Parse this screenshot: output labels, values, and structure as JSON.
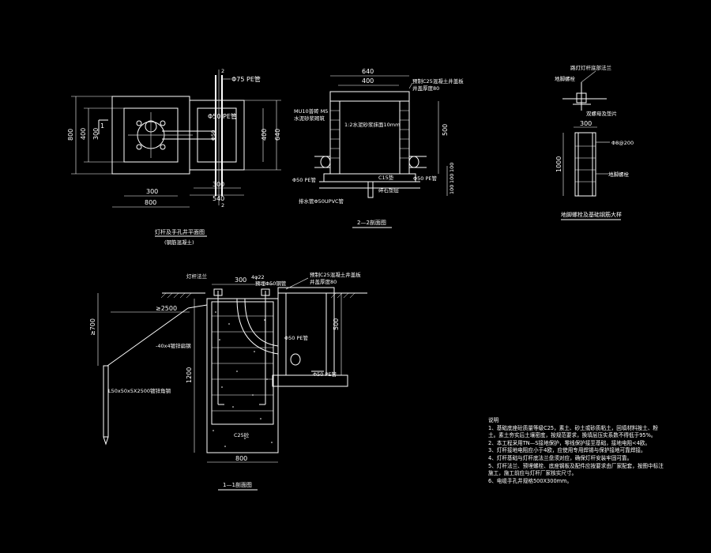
{
  "plan": {
    "pipe_top": "Φ75 PE管",
    "pipe_mid": "Φ50 PE管",
    "pipe_vert": "Φ50",
    "dim_800_left": "800",
    "dim_400_left": "400",
    "dim_300_left": "300",
    "section_mark": "1",
    "dim_400_right": "400",
    "dim_640_right": "640",
    "dim_300_a": "300",
    "dim_300_b": "300",
    "dim_540": "540",
    "dim_800_bottom": "800",
    "cut_label": "2",
    "title": "灯杆及手孔井平面图",
    "subtitle": "(钢筋混凝土)"
  },
  "section22": {
    "dim_640": "640",
    "dim_400": "400",
    "cover_note_1": "预制C25混凝土井盖板",
    "cover_note_2": "井盖厚度80",
    "wall_note_1": "MU10普砖 M5",
    "wall_note_2": "水泥砂浆砌筑",
    "plaster_note": "1:2水泥砂浆抹面10mm",
    "dim_500": "500",
    "pipe_left": "Φ50 PE管",
    "pipe_right": "Φ50 PE管",
    "base_note": "C15垫",
    "bottom_note": "碎石垫层",
    "drain_note": "排水管Φ50UPVC管",
    "dim_100a": "100",
    "dim_100b": "100",
    "dim_100c": "100",
    "title": "2—2剖面图"
  },
  "detail": {
    "top_note": "路灯灯杆底部法兰",
    "bolt_note": "地脚螺栓",
    "nut_note": "双螺母及垫片",
    "dim_300": "300",
    "dim_1000": "1000",
    "rebar_note": "Φ8@200",
    "ring_note": "地脚螺栓",
    "title": "地脚螺栓及基础钢筋大样"
  },
  "section11": {
    "cap_note": "灯杆法兰",
    "dim_300": "300",
    "bolt_count": "4φ22",
    "bolt_note": "预埋Φ50钢管",
    "cover_note_1": "预制C25混凝土井盖板",
    "cover_note_2": "井盖厚度80",
    "dim_2500": "≥2500",
    "dim_700": "≥700",
    "ground_wire": "-40x4镀锌扁钢",
    "dim_1200": "1200",
    "dim_500": "500",
    "pipe_label": "Φ50 PE管",
    "pipe_label2": "Φ50 PE管",
    "angle_note": "L50x50x5X2500镀锌角钢",
    "concrete": "C25砼",
    "dim_800": "800",
    "title": "1—1剖面图"
  },
  "notes": {
    "heading": "说明",
    "lines": [
      "1、基础底座砼质量等级C25，素土、砂土或砂质粘土，回填材料按土、粉",
      "   土。素土夯实后土壤密度，按规范要求，换填层压实系数不得低于95%。",
      "2、本工程采用TN—S接地保护，零线保护接至基础，接地电阻<4欧。",
      "3、灯杆接地电阻应小于4欧，应使用专用焊锡与保护接地可靠焊接。",
      "4、灯杆基础与灯杆底法兰盘须对应，确保灯杆安装牢固可靠。",
      "5、灯杆法兰、预埋螺栓、底座钢板及配件应按要求由厂家配套，按图中标注",
      "   施工，施工前应与灯杆厂家核实尺寸。",
      "6、电缆手孔井规格500X300mm。"
    ]
  },
  "colors": {
    "background": "#000000",
    "line": "#ffffff"
  }
}
